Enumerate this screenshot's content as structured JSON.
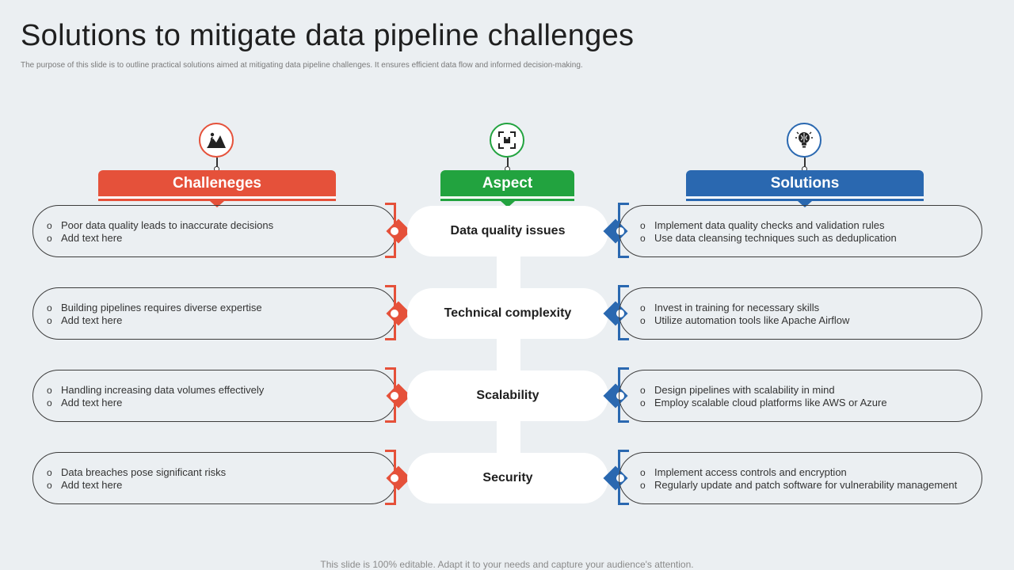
{
  "title": "Solutions to mitigate data pipeline challenges",
  "subtitle": "The purpose of this slide is to outline practical solutions aimed  at mitigating data pipeline challenges. It ensures efficient data flow and informed decision-making.",
  "footer": "This slide is 100% editable. Adapt it to your needs and capture your audience's attention.",
  "colors": {
    "challenges": "#e5513a",
    "aspect": "#22a33f",
    "solutions": "#2a68b0"
  },
  "headers": {
    "challenges": "Challeneges",
    "aspect": "Aspect",
    "solutions": "Solutions"
  },
  "icons": {
    "challenges": "mountain-climber-icon",
    "aspect": "expand-box-icon",
    "solutions": "brain-bulb-icon"
  },
  "rows": [
    {
      "aspect": "Data quality issues",
      "challenges": [
        "Poor data quality leads to inaccurate decisions",
        "Add text here"
      ],
      "solutions": [
        "Implement data quality checks and validation rules",
        "Use data cleansing techniques such as deduplication"
      ]
    },
    {
      "aspect": "Technical complexity",
      "challenges": [
        "Building pipelines requires diverse  expertise",
        "Add text here"
      ],
      "solutions": [
        "Invest  in training for necessary skills",
        "Utilize automation tools like Apache Airflow"
      ]
    },
    {
      "aspect": "Scalability",
      "challenges": [
        "Handling increasing data volumes  effectively",
        "Add text here"
      ],
      "solutions": [
        "Design pipelines with scalability in mind",
        "Employ scalable cloud platforms like AWS or Azure"
      ]
    },
    {
      "aspect": "Security",
      "challenges": [
        "Data breaches pose significant risks",
        "Add text here"
      ],
      "solutions": [
        "Implement  access controls and encryption",
        "Regularly  update and patch software  for vulnerability  management"
      ]
    }
  ]
}
